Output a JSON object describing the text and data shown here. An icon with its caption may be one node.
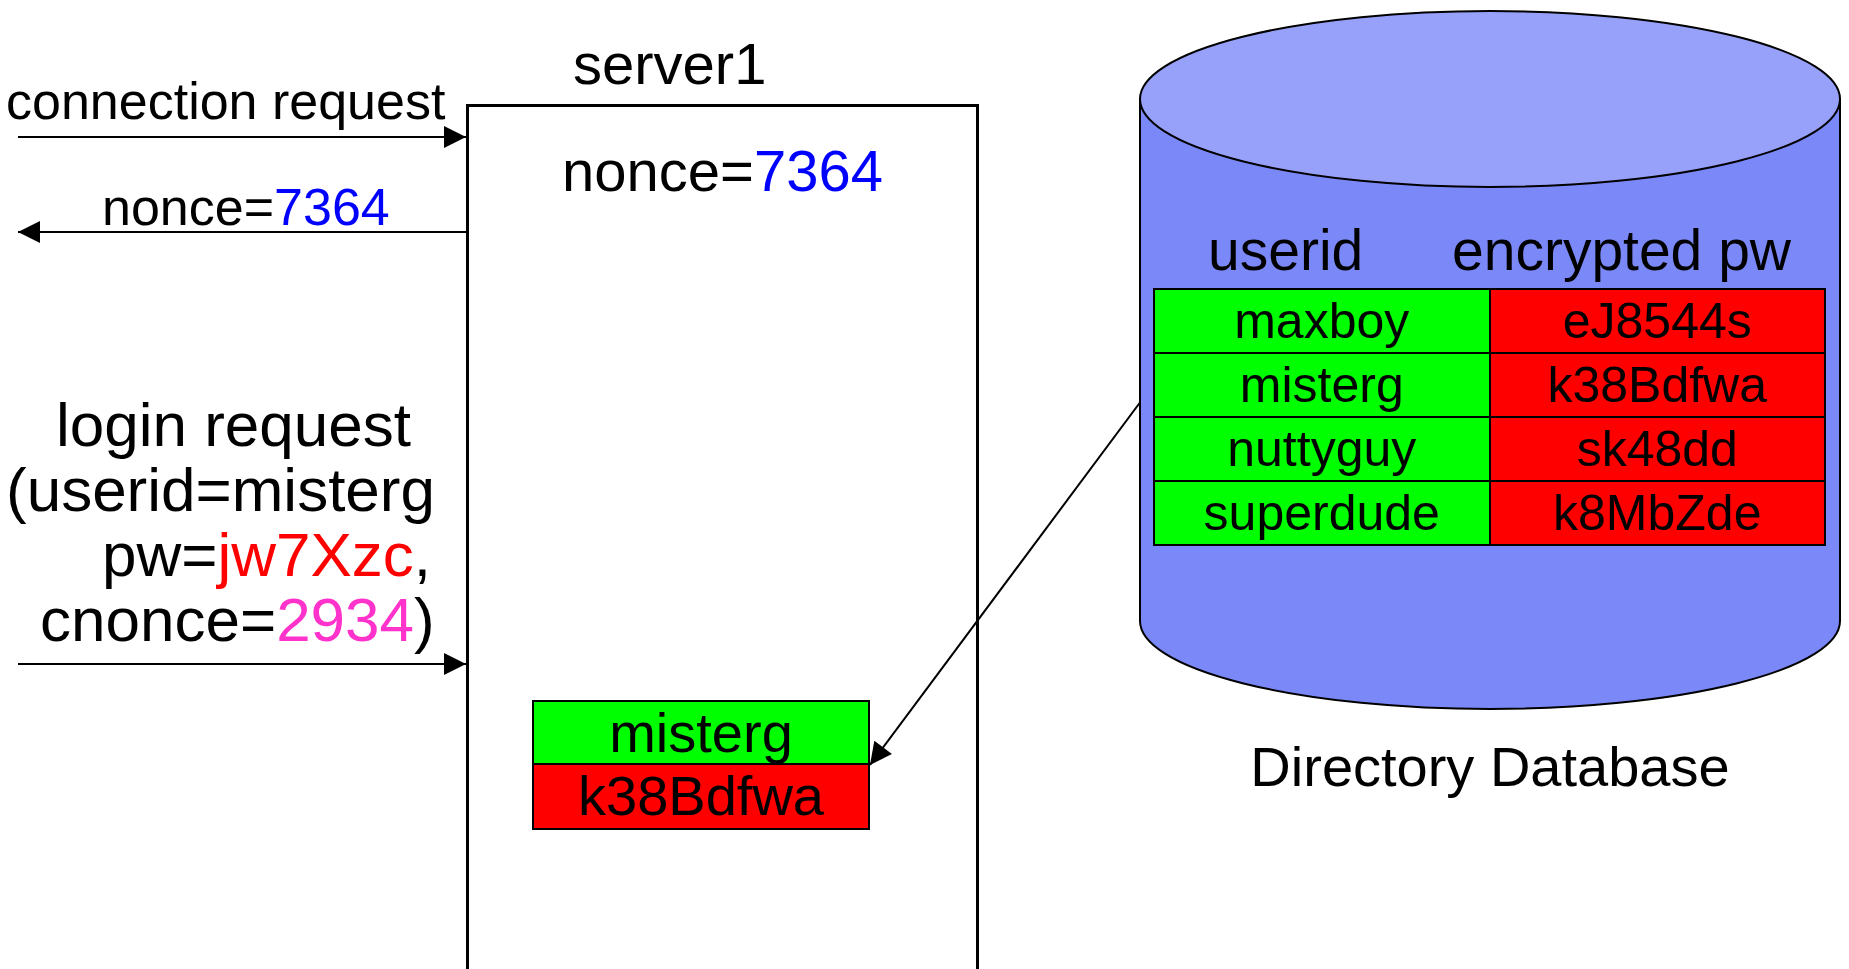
{
  "diagram": {
    "nodes": [
      {
        "text": [
          "server1",
          "nonce=7364"
        ]
      },
      {
        "text": [
          "misterg",
          "k38Bdfwa"
        ],
        "in": 0
      },
      {
        "text": [
          "Directory Database"
        ]
      },
      {
        "text": [
          "maxboy",
          "eJ8544s"
        ],
        "in": 2
      },
      {
        "text": [
          "misterg",
          "k38Bdfwa"
        ],
        "in": 2
      },
      {
        "text": [
          "nuttyguy",
          "sk48dd"
        ],
        "in": 2
      },
      {
        "text": [
          "superdude",
          "k8MbZde"
        ],
        "in": 2
      }
    ],
    "edges": [
      {
        "from": null,
        "to": 0,
        "arrow": "to",
        "label": "connection request"
      },
      {
        "from": 0,
        "to": null,
        "arrow": "to",
        "label": "nonce=7364"
      },
      {
        "from": null,
        "to": 0,
        "arrow": "to",
        "label": "login request (userid=misterg pw=jw7Xzc, cnonce=2934)"
      },
      {
        "from": 4,
        "to": 1,
        "arrow": "to"
      }
    ],
    "labels": [
      "userid",
      "encrypted pw"
    ]
  }
}
